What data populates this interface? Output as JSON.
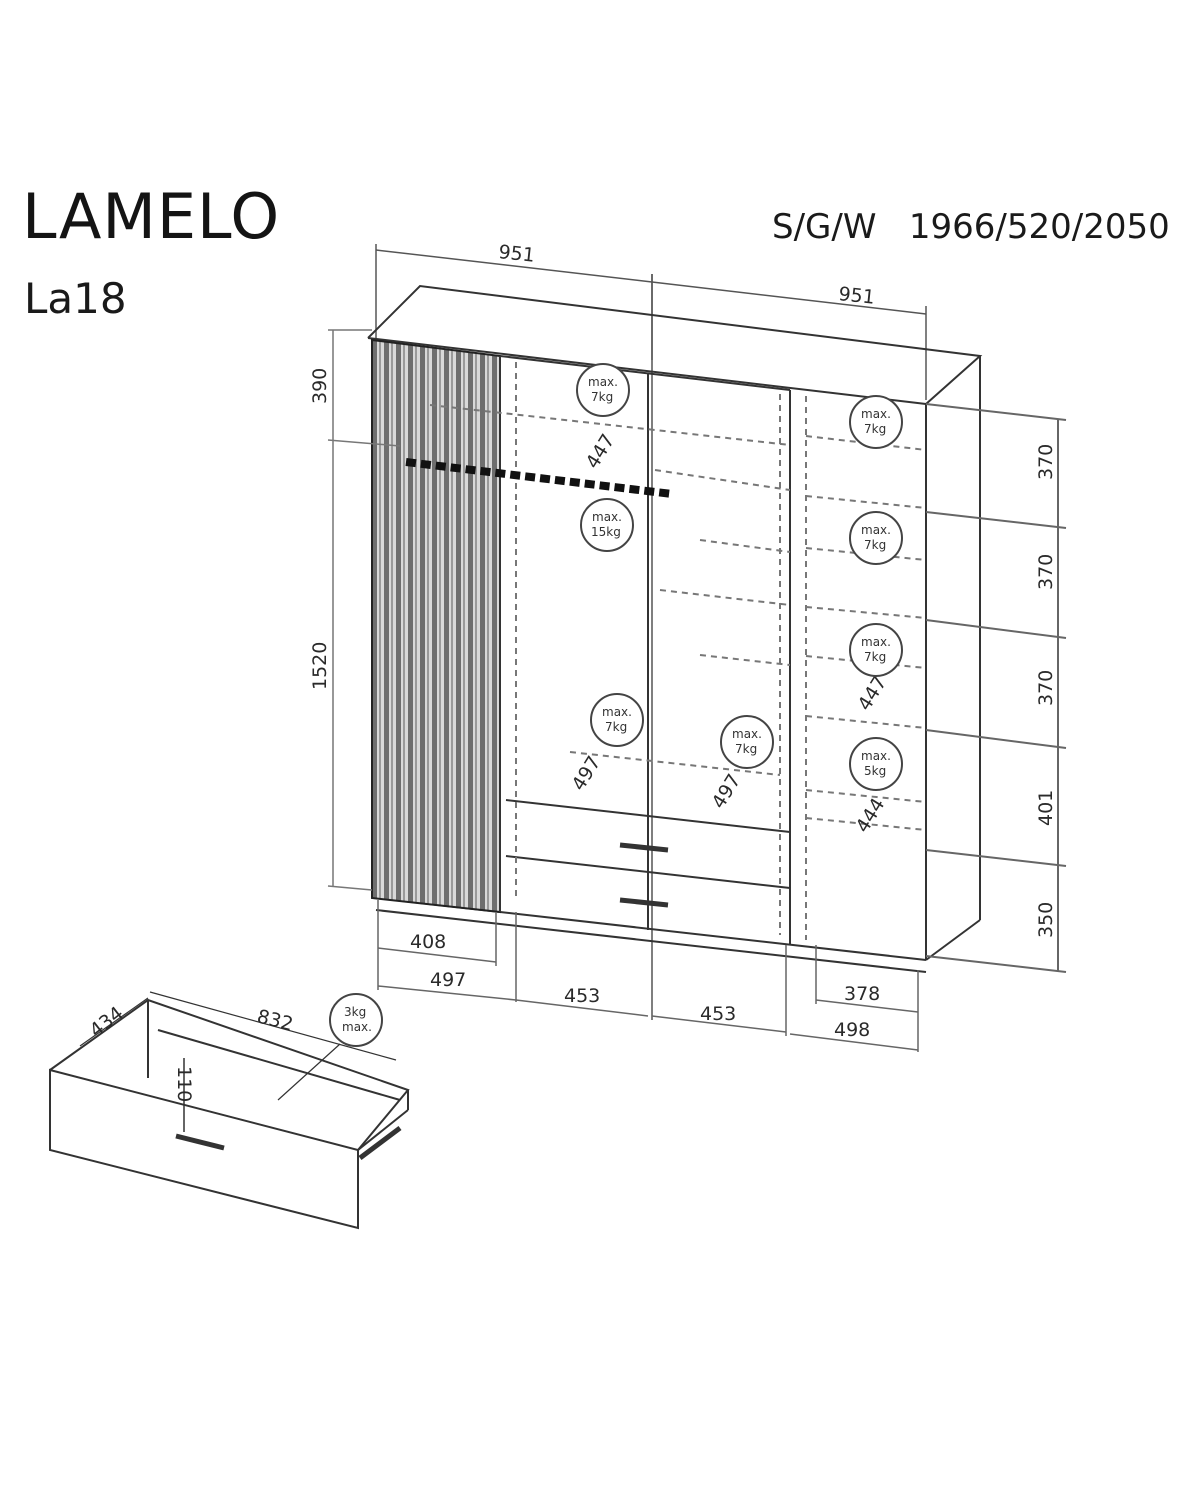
{
  "header": {
    "title": "LAMELO",
    "model": "La18",
    "spec_label": "S/G/W",
    "spec_value": "1966/520/2050"
  },
  "dimensions": {
    "top_widths": [
      "951",
      "951"
    ],
    "left_heights": [
      "390",
      "1520"
    ],
    "right_heights": [
      "370",
      "370",
      "370",
      "401",
      "350"
    ],
    "bottom_widths_left": [
      "408",
      "497"
    ],
    "bottom_widths_center": [
      "453",
      "453"
    ],
    "bottom_widths_right": [
      "378",
      "498"
    ],
    "shelf_depths": [
      "447",
      "447",
      "497",
      "497",
      "444"
    ]
  },
  "load_labels": {
    "top_left_shelf": {
      "line1": "max.",
      "line2": "7kg"
    },
    "hanging_rail": {
      "line1": "max.",
      "line2": "15kg"
    },
    "right_shelf_1": {
      "line1": "max.",
      "line2": "7kg"
    },
    "right_shelf_2": {
      "line1": "max.",
      "line2": "7kg"
    },
    "right_shelf_3": {
      "line1": "max.",
      "line2": "7kg"
    },
    "right_shelf_4": {
      "line1": "max.",
      "line2": "5kg"
    },
    "center_left_shelf": {
      "line1": "max.",
      "line2": "7kg"
    },
    "center_right_shelf": {
      "line1": "max.",
      "line2": "7kg"
    },
    "drawer": {
      "line1": "3kg",
      "line2": "max."
    }
  },
  "drawer_detail": {
    "depth": "434",
    "width": "832",
    "height": "110"
  }
}
